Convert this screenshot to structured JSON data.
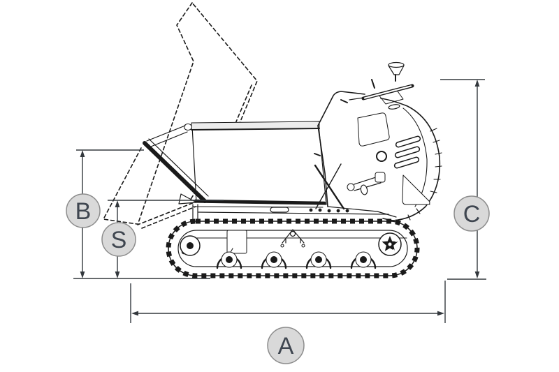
{
  "colors": {
    "ink": "#1a1a1a",
    "dim_line": "#33383d",
    "badge_fill": "#d9d9d9",
    "badge_border": "#8c8c8c",
    "badge_label": "#3f4650",
    "rail_fill": "#ececec",
    "background": "#ffffff"
  },
  "illustration": {
    "subject": "tracked-mini-dumper-side-view-dimension-diagram"
  },
  "dimensions": {
    "a": {
      "label": "A"
    },
    "b": {
      "label": "B"
    },
    "c": {
      "label": "C"
    },
    "s": {
      "label": "S"
    }
  }
}
